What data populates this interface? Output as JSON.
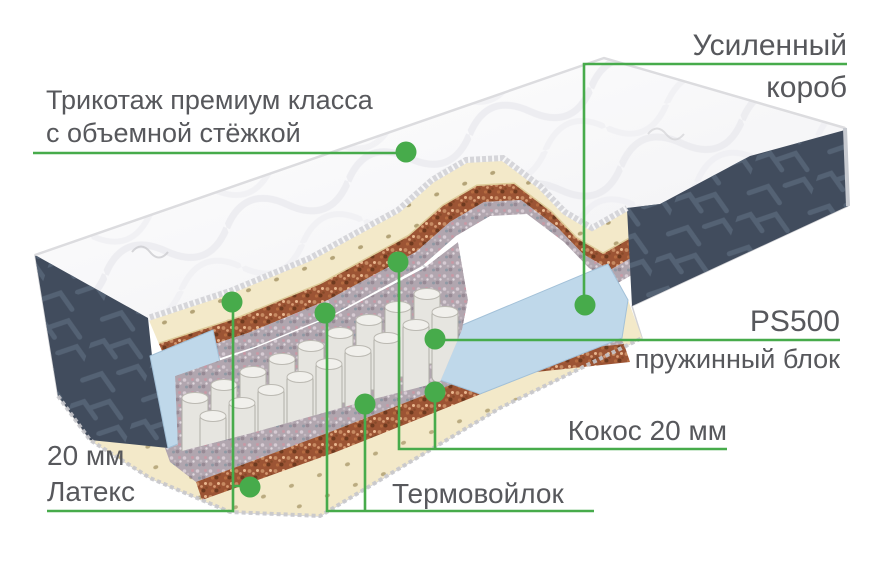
{
  "page": {
    "type": "product-illustration",
    "subject": "mattress cutaway with layer callouts",
    "background": "#ffffff"
  },
  "colors": {
    "accent_green": "#47ab4b",
    "label_gray": "#57585c",
    "fabric_navy": "#414c5d",
    "latex_cream": "#f3e9c9",
    "coconut_brown": "#9c5434",
    "felt_mauve": "#b1a6af",
    "foam_blue": "#bfd8ea",
    "spring_gray": "#e6e5e0"
  },
  "callouts": {
    "knit": {
      "line1": "Трикотаж премиум класса",
      "line2": "с объемной стёжкой"
    },
    "reinforced_box": {
      "line1": "Усиленный",
      "line2": "короб"
    },
    "spring_block": {
      "line1": "PS500",
      "line2": "пружинный блок"
    },
    "coconut": {
      "label": "Кокос 20 мм"
    },
    "thermofelt": {
      "label": "Термовойлок"
    },
    "latex": {
      "line1": "20 мм",
      "line2": "Латекс"
    }
  }
}
